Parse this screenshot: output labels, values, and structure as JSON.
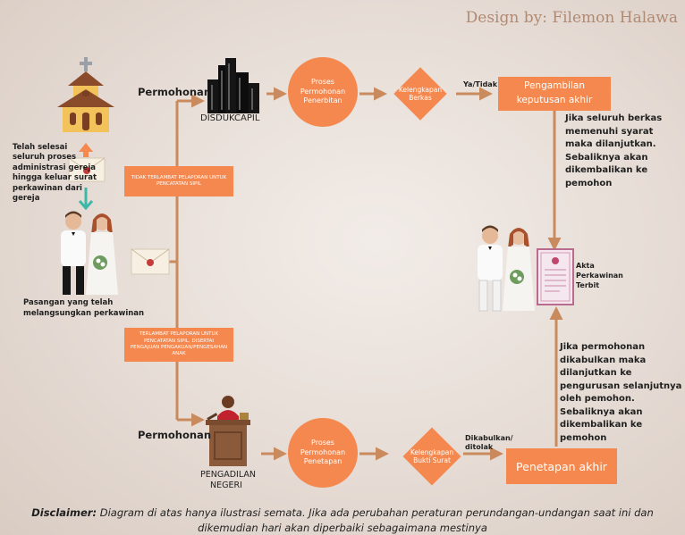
{
  "designer": "Design by: Filemon Halawa",
  "church_text": "Telah selesai seluruh proses administrasi gereja hingga keluar surat perkawinan dari gereja",
  "couple_text": "Pasangan yang telah melangsungkan perkawinan",
  "top": {
    "permohonan": "Permohonan",
    "disdukcapil": "DISDUKCAPIL",
    "process_circle": "Proses Permohonan Penerbitan",
    "check_diamond": "Kelengkapan Berkas",
    "decision": "Ya/Tidak",
    "result_box": "Pengambilan keputusan akhir",
    "explanation": "Jika seluruh berkas memenuhi syarat maka dilanjutkan. Sebaliknya akan dikembalikan ke pemohon"
  },
  "note_on_time": "TIDAK TERLAMBAT PELAPORAN UNTUK PENCATATAN SIPIL",
  "note_late": "TERLAMBAT PELAPORAN UNTUK PENCATATAN SIPIL, DISERTAI PENGAJUAN PENGAKUAN/PENGESAHAN ANAK",
  "bottom": {
    "permohonan": "Permohonan",
    "court": "PENGADILAN NEGERI",
    "process_circle": "Proses Permohonan Penetapan",
    "check_diamond": "Kelengkapan Bukti Surat",
    "decision": "Dikabulkan/ ditolak",
    "result_box": "Penetapan akhir",
    "explanation": "Jika permohonan dikabulkan maka dilanjutkan ke pengurusan selanjutnya oleh pemohon. Sebaliknya akan dikembalikan ke pemohon"
  },
  "certificate_text": "Akta Perkawinan Terbit",
  "disclaimer": {
    "label": "Disclaimer:",
    "line1": " Diagram  di atas hanya ilustrasi semata. Jika ada perubahan peraturan perundangan-undangan saat ini dan",
    "line2": "dikemudian hari akan diperbaiki sebagaimana mestinya"
  },
  "colors": {
    "accent": "#f5884e",
    "arrow": "#c98b5e",
    "teal_arrow": "#3cb8a8",
    "text": "#1f1f1f"
  }
}
